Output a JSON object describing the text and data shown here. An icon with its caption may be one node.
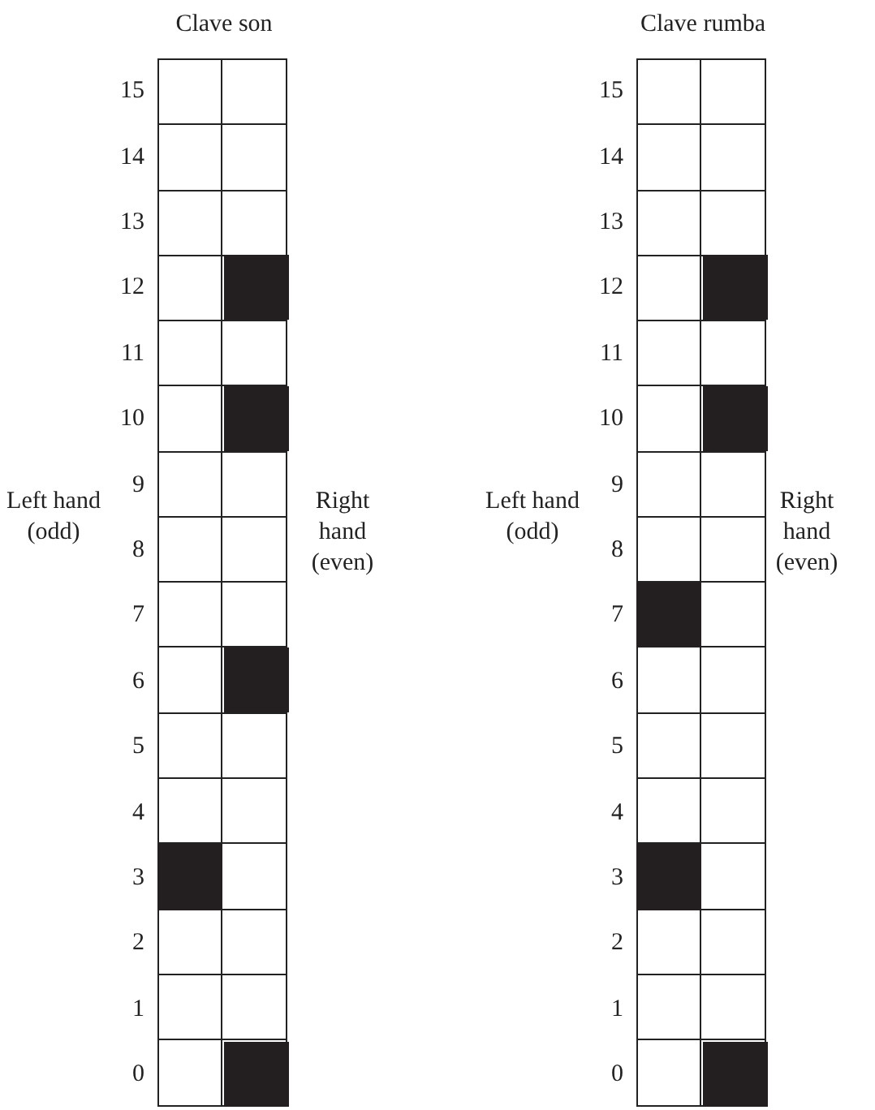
{
  "diagram": {
    "nodes": [
      {
        "text": [
          "Clave son"
        ]
      },
      {
        "text": [],
        "shape": "box",
        "in": 0
      },
      {
        "text": [],
        "shape": "box",
        "in": 0
      },
      {
        "text": [],
        "shape": "box",
        "in": 0
      },
      {
        "text": [],
        "shape": "box",
        "in": 0
      },
      {
        "text": [],
        "shape": "box",
        "in": 0
      },
      {
        "text": [
          "Clave rumba"
        ]
      },
      {
        "text": [],
        "shape": "box",
        "in": 6
      },
      {
        "text": [],
        "shape": "box",
        "in": 6
      },
      {
        "text": [],
        "shape": "box",
        "in": 6
      },
      {
        "text": [],
        "shape": "box",
        "in": 6
      },
      {
        "text": [],
        "shape": "box",
        "in": 6
      }
    ],
    "labels": [
      "15",
      "14",
      "13",
      "12",
      "11",
      "10",
      "9",
      "8",
      "7",
      "6",
      "5",
      "4",
      "3",
      "2",
      "1",
      "0",
      "Left hand (odd)",
      "Right hand (even)",
      "15",
      "14",
      "13",
      "12",
      "11",
      "10",
      "9",
      "8",
      "7",
      "6",
      "5",
      "4",
      "3",
      "2",
      "1",
      "0",
      "Left hand (odd)",
      "Right hand (even)"
    ]
  }
}
